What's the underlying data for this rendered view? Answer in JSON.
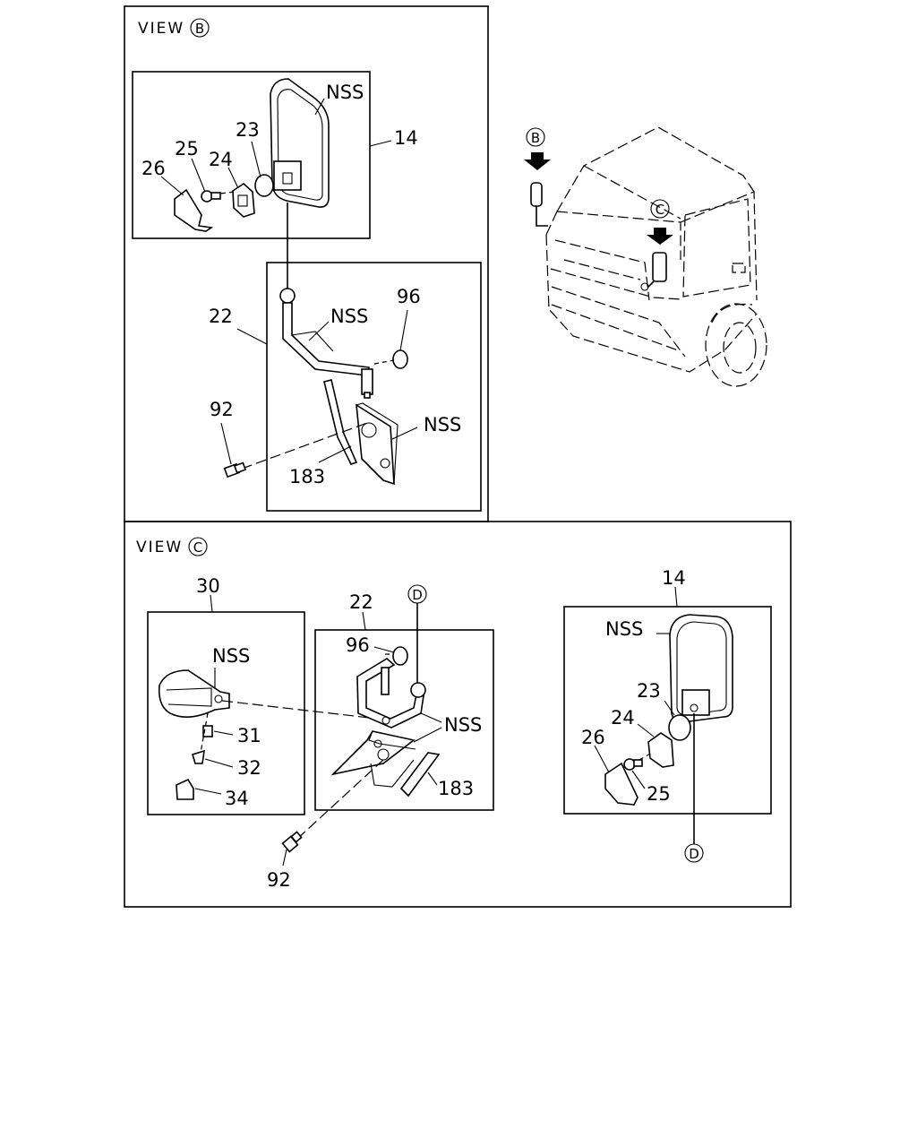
{
  "view_b": {
    "title": "VIEW",
    "marker": "B",
    "labels": {
      "nss_mirror": "NSS",
      "p14": "14",
      "p23": "23",
      "p24": "24",
      "p25": "25",
      "p26": "26",
      "p22": "22",
      "nss_arm": "NSS",
      "p96": "96",
      "p92": "92",
      "nss_bracket": "NSS",
      "p183": "183"
    }
  },
  "view_c": {
    "title": "VIEW",
    "marker": "C",
    "labels": {
      "p30": "30",
      "nss_cover": "NSS",
      "p31": "31",
      "p32": "32",
      "p34": "34",
      "p22": "22",
      "p96": "96",
      "nss_arm": "NSS",
      "p183": "183",
      "p92": "92",
      "p14": "14",
      "nss_mirror": "NSS",
      "p23": "23",
      "p24": "24",
      "p26": "26",
      "p25": "25",
      "ref_d_top": "D",
      "ref_d_bottom": "D"
    }
  },
  "truck": {
    "marker_b": "B",
    "marker_c": "C"
  }
}
